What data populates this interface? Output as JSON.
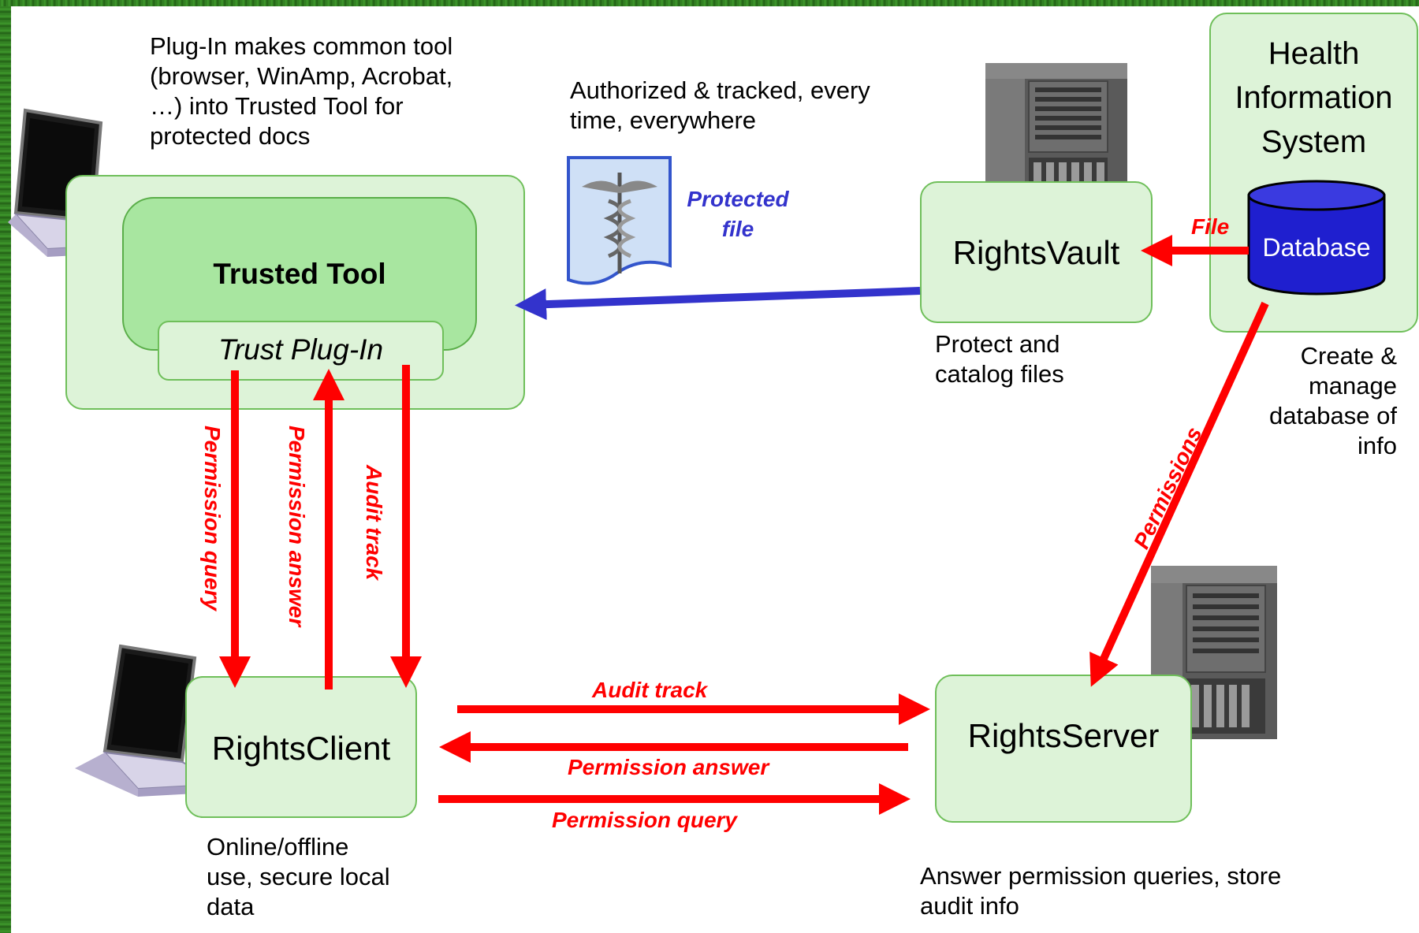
{
  "notes": {
    "plugin_desc": "Plug-In makes common tool (browser, WinAmp, Acrobat, …) into Trusted Tool for protected docs",
    "authorized": "Authorized & tracked, every time, everywhere",
    "protect_catalog": "Protect and catalog files",
    "create_manage": "Create & manage database of info",
    "online_offline": "Online/offline use, secure local data",
    "answer_queries": "Answer permission queries, store audit info"
  },
  "nodes": {
    "trusted_tool": "Trusted Tool",
    "trust_plugin": "Trust Plug-In",
    "rights_vault": "RightsVault",
    "his": "Health Information System",
    "database": "Database",
    "rights_client": "RightsClient",
    "rights_server": "RightsServer"
  },
  "edges": {
    "protected_file": "Protected file",
    "file": "File",
    "permissions": "Permissions",
    "permission_query_v": "Permission query",
    "permission_answer_v": "Permission answer",
    "audit_track_v": "Audit track",
    "audit_track_h": "Audit track",
    "permission_answer_h": "Permission answer",
    "permission_query_h": "Permission query"
  },
  "colors": {
    "arrow_red": "#ff0000",
    "arrow_blue": "#3333cc",
    "box_fill": "#ddf3d8",
    "db_fill": "#1f1fcf"
  },
  "icons": [
    "laptop-icon",
    "server-icon",
    "caduceus-document-icon",
    "database-cylinder-icon"
  ]
}
